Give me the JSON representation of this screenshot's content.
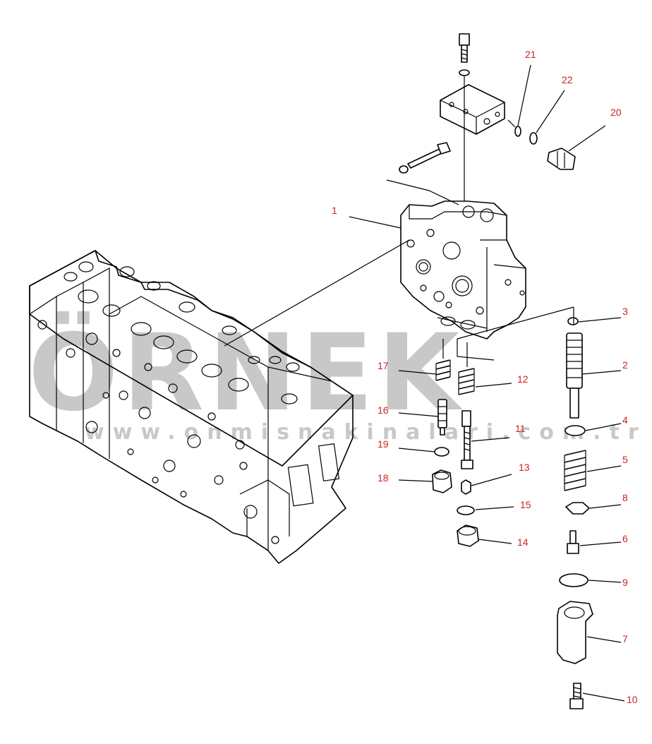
{
  "colors": {
    "line": "#000000",
    "callout": "#cc2222",
    "watermark": "#c8c8c8",
    "background": "#ffffff"
  },
  "watermark": {
    "main": "ÖRNEK",
    "url": "www.onmisnakinalari.com.tr"
  },
  "callouts": [
    {
      "id": "1",
      "label": "1"
    },
    {
      "id": "2",
      "label": "2"
    },
    {
      "id": "3",
      "label": "3"
    },
    {
      "id": "4",
      "label": "4"
    },
    {
      "id": "5",
      "label": "5"
    },
    {
      "id": "6",
      "label": "6"
    },
    {
      "id": "7",
      "label": "7"
    },
    {
      "id": "8",
      "label": "8"
    },
    {
      "id": "9",
      "label": "9"
    },
    {
      "id": "10",
      "label": "10"
    },
    {
      "id": "11",
      "label": "11"
    },
    {
      "id": "12",
      "label": "12"
    },
    {
      "id": "13",
      "label": "13"
    },
    {
      "id": "14",
      "label": "14"
    },
    {
      "id": "15",
      "label": "15"
    },
    {
      "id": "16",
      "label": "16"
    },
    {
      "id": "17",
      "label": "17"
    },
    {
      "id": "18",
      "label": "18"
    },
    {
      "id": "19",
      "label": "19"
    },
    {
      "id": "20",
      "label": "20"
    },
    {
      "id": "21",
      "label": "21"
    },
    {
      "id": "22",
      "label": "22"
    }
  ]
}
